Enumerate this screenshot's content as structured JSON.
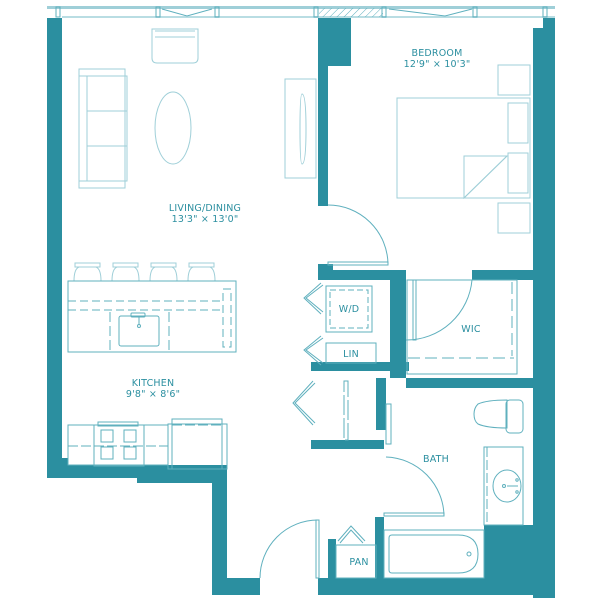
{
  "colors": {
    "wall": "#2b8fa0",
    "furniture_line": "#9fcfd8",
    "fixture_line": "#5fb0be",
    "text": "#2b8fa0",
    "background": "#ffffff"
  },
  "rooms": [
    {
      "id": "bedroom",
      "name": "BEDROOM",
      "dimensions": "12'9\" × 10'3\""
    },
    {
      "id": "living-dining",
      "name": "LIVING/DINING",
      "dimensions": "13'3\" × 13'0\""
    },
    {
      "id": "kitchen",
      "name": "KITCHEN",
      "dimensions": "9'8\" × 8'6\""
    },
    {
      "id": "wd",
      "name": "W/D"
    },
    {
      "id": "lin",
      "name": "LIN"
    },
    {
      "id": "wic",
      "name": "WIC"
    },
    {
      "id": "bath",
      "name": "BATH"
    },
    {
      "id": "pan",
      "name": "PAN"
    }
  ]
}
